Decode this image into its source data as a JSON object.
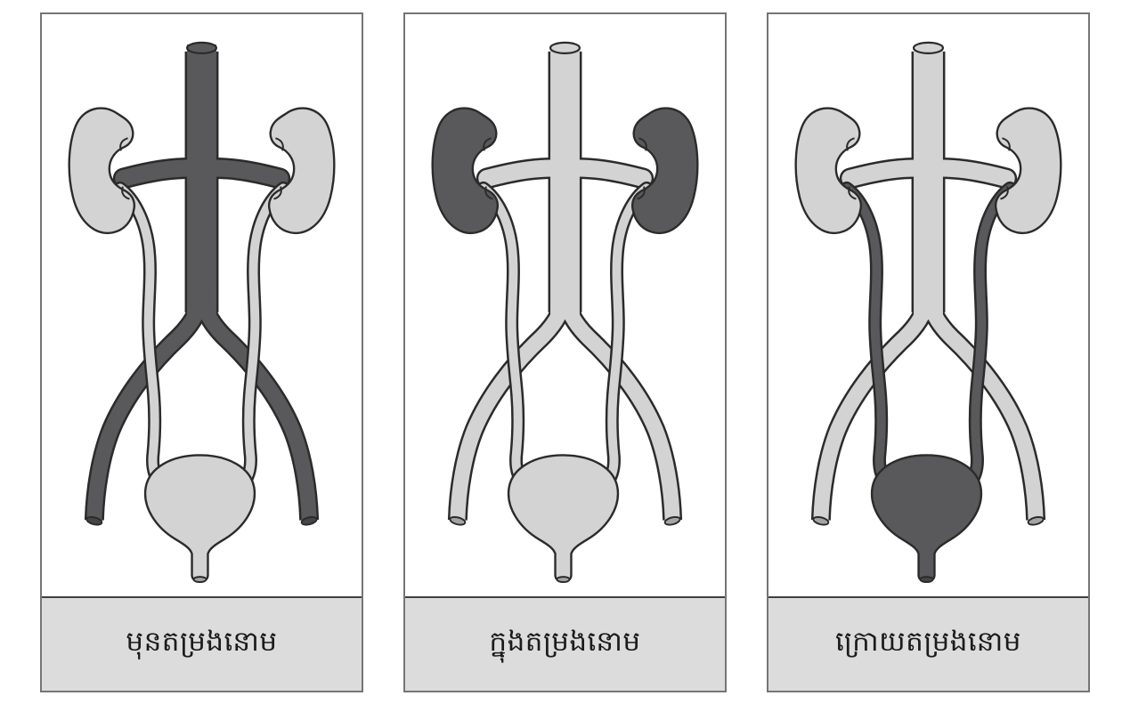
{
  "page": {
    "background": "#ffffff"
  },
  "palette": {
    "dark": "#59595b",
    "light": "#d3d3d3",
    "outline": "#2b2b2b",
    "tip_shade": "rgba(0,0,0,0.22)",
    "panel_bg": "#ffffff",
    "panel_border": "#757575",
    "caption_bg": "#dcdcdc",
    "caption_border": "#3f3f3f",
    "text": "#1b1b1b"
  },
  "panels": [
    {
      "id": "1",
      "caption": "មុនតម្រងនោម",
      "parts": {
        "vessel": "dark",
        "kidneys": "light",
        "ureters": "light",
        "bladder": "light"
      }
    },
    {
      "id": "2",
      "caption": "ក្នុងតម្រងនោម",
      "parts": {
        "vessel": "light",
        "kidneys": "dark",
        "ureters": "light",
        "bladder": "light"
      }
    },
    {
      "id": "3",
      "caption": "ក្រោយតម្រងនោម",
      "parts": {
        "vessel": "light",
        "kidneys": "light",
        "ureters": "dark",
        "bladder": "dark"
      }
    }
  ]
}
